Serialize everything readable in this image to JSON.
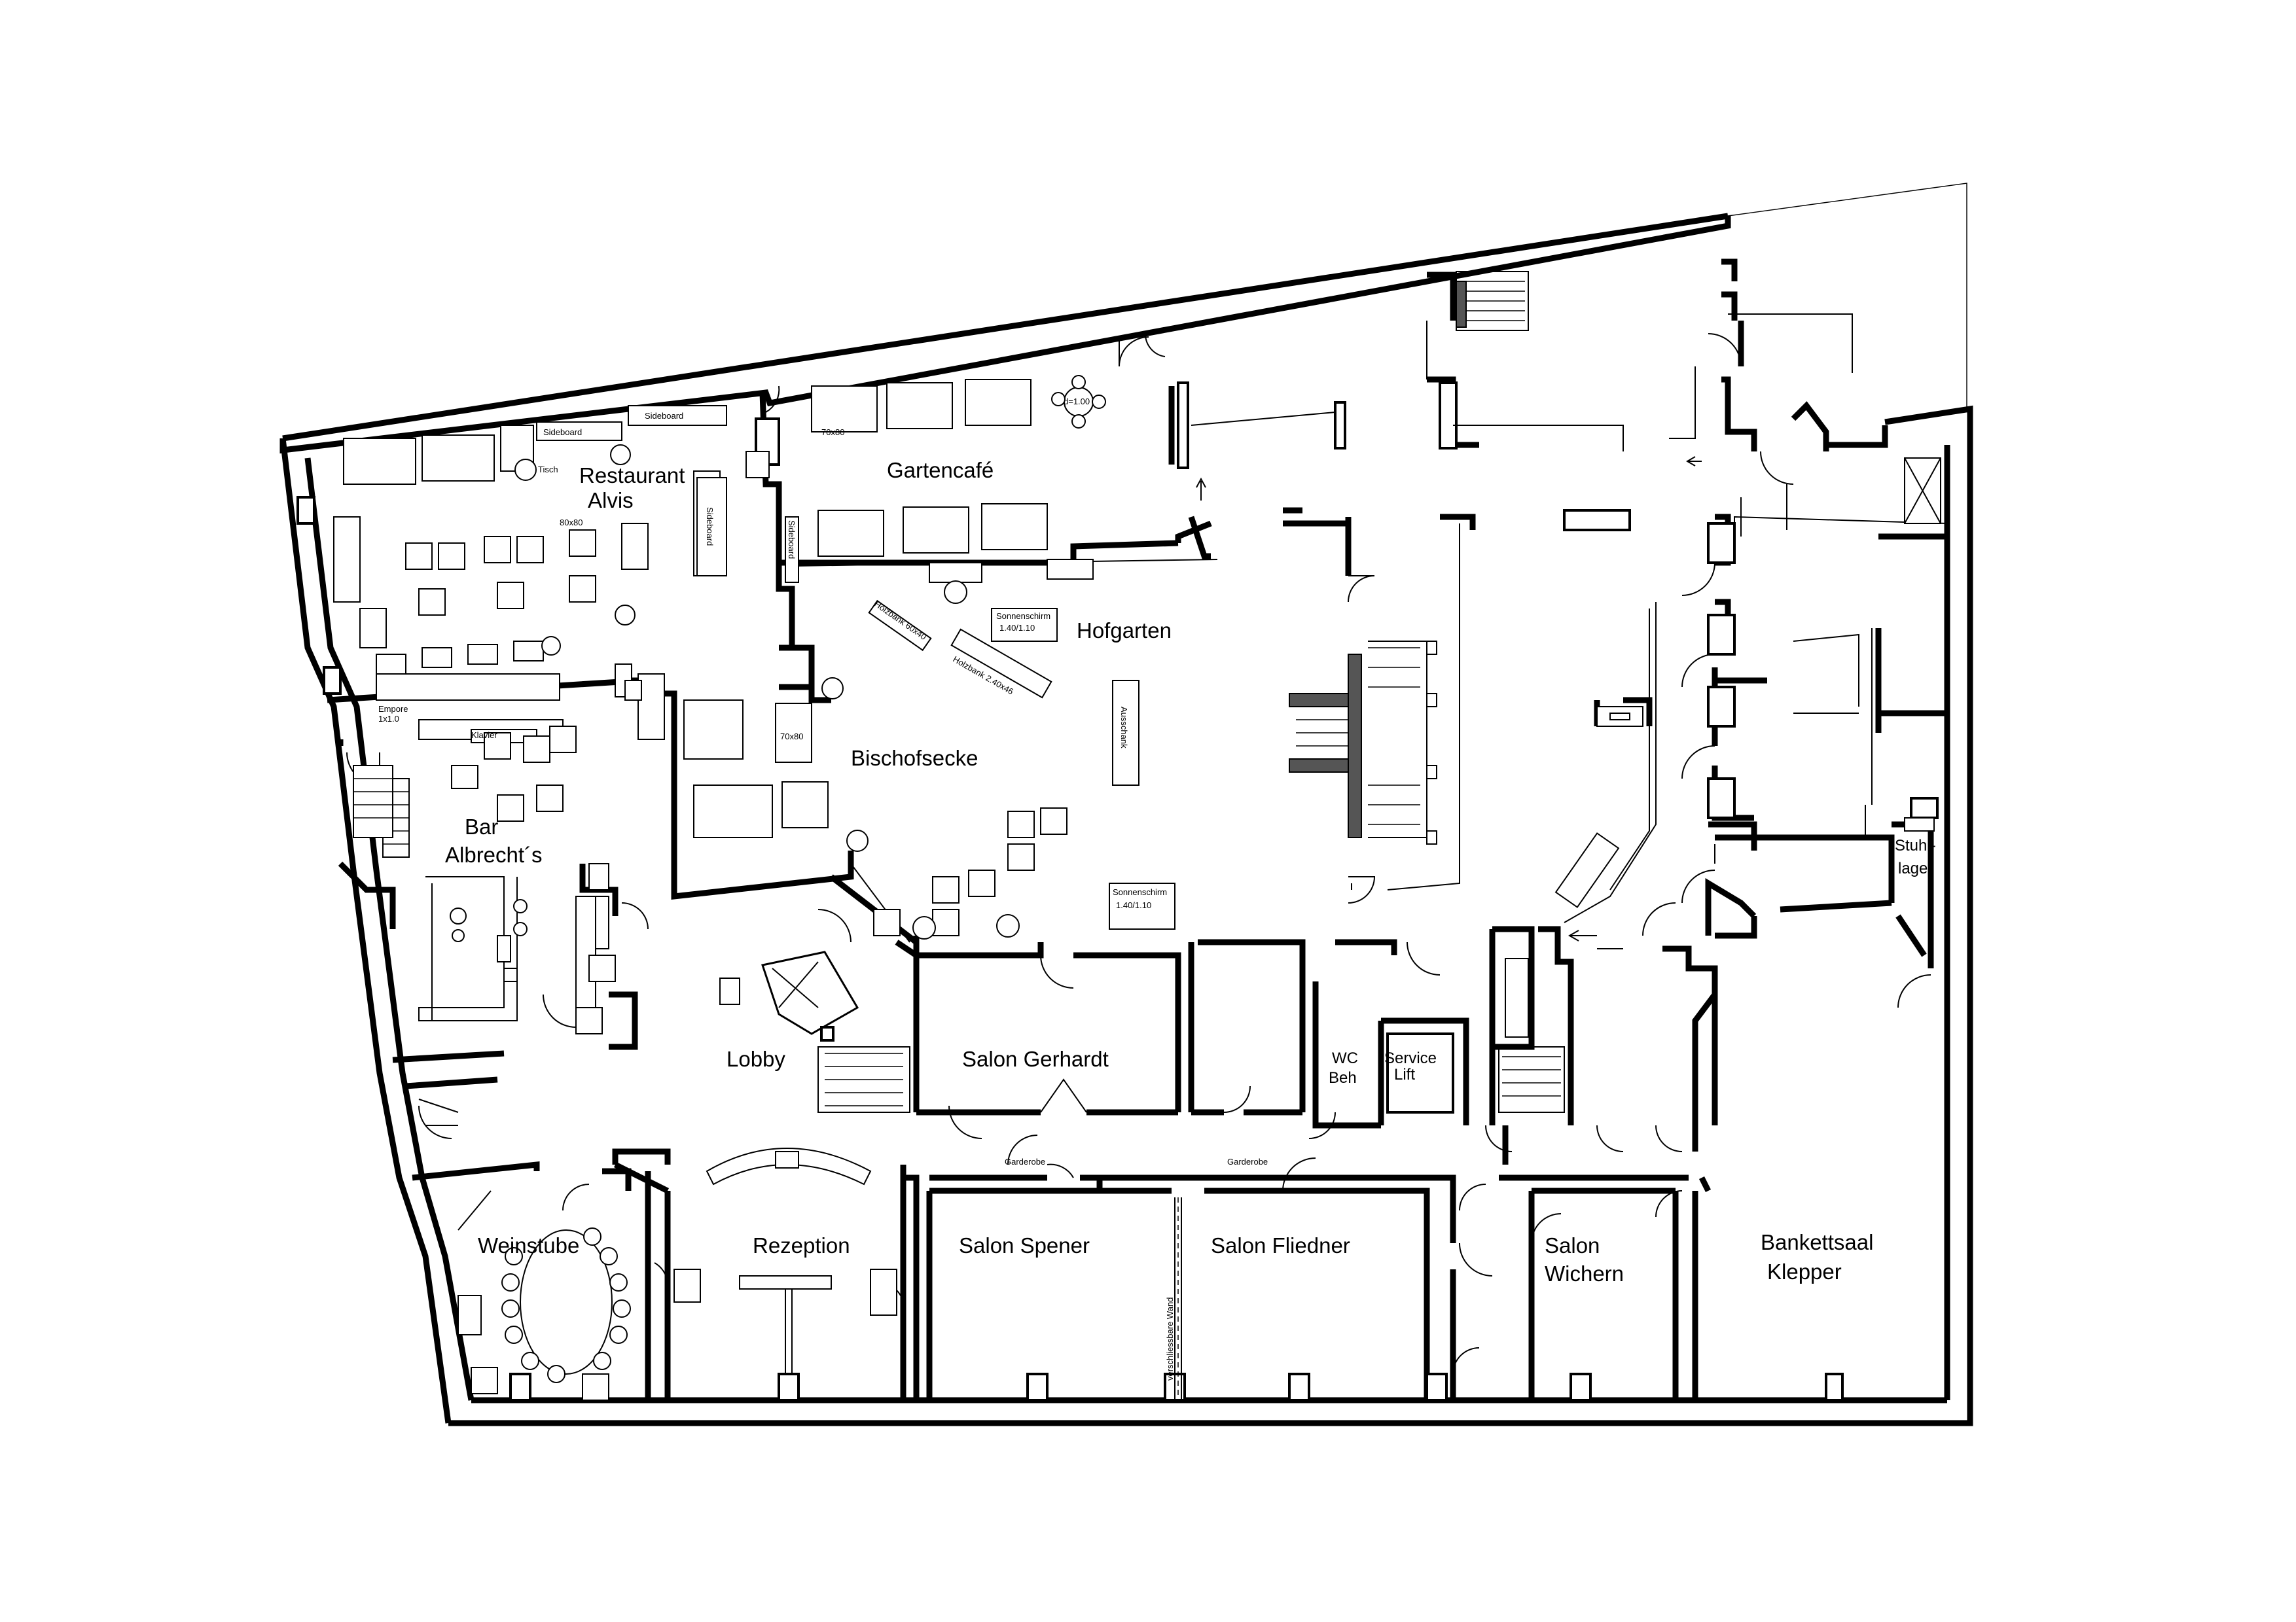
{
  "rooms": {
    "restaurant_line1": "Restaurant",
    "restaurant_line2": "Alvis",
    "gartencafe": "Gartencafé",
    "hofgarten": "Hofgarten",
    "bischofsecke": "Bischofsecke",
    "bar_line1": "Bar",
    "bar_line2": "Albrecht´s",
    "lobby": "Lobby",
    "salon_gerhardt": "Salon Gerhardt",
    "wc_line1": "WC",
    "wc_line2": "Beh",
    "service_line1": "Service",
    "service_line2": "Lift",
    "stuhllager_line1": "Stuhl-",
    "stuhllager_line2": "lager",
    "weinstube": "Weinstube",
    "rezeption": "Rezeption",
    "salon_spener": "Salon Spener",
    "salon_fliedner": "Salon Fliedner",
    "salon_wichern_line1": "Salon",
    "salon_wichern_line2": "Wichern",
    "bankettsaal_line1": "Bankettsaal",
    "bankettsaal_line2": "Klepper"
  },
  "annotations": {
    "sideboard_1": "Sideboard",
    "sideboard_2": "Sideboard",
    "sideboard_3": "Sideboard",
    "sideboard_4": "Sideboard",
    "tisch": "Tisch",
    "table_80x80": "80x80",
    "table_70x80_a": "70x80",
    "table_70x80_b": "70x80",
    "round_table": "d=1.00",
    "umbrella_1_line1": "Sonnenschirm",
    "umbrella_1_line2": "1.40/1.10",
    "umbrella_2_line1": "Sonnenschirm",
    "umbrella_2_line2": "1.40/1.10",
    "bench_1": "Holzbank 60x40",
    "bench_2": "Holzbank 2.40x46",
    "ausschank": "Ausschank",
    "garderobe_1": "Garderobe",
    "garderobe_2": "Garderobe",
    "partition_wall": "verschliessbare Wand",
    "klavier": "Klavier",
    "bar_note": "Empore",
    "bar_note_2": "1x1.0"
  }
}
